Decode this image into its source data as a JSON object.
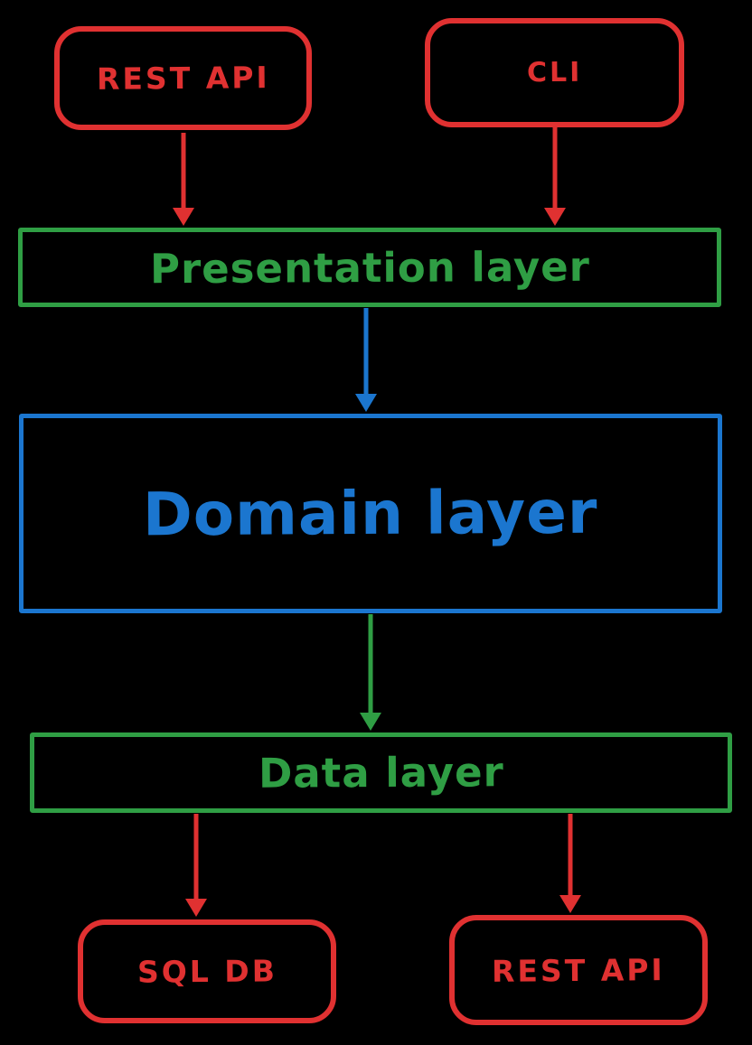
{
  "diagram": {
    "type": "layered-architecture",
    "background_color": "#000000"
  },
  "colors": {
    "red": "#e03131",
    "green": "#2f9e44",
    "blue": "#1b76cf"
  },
  "nodes": {
    "rest_api_top": {
      "label": "REST API",
      "color": "#e03131",
      "shape": "rounded-rectangle"
    },
    "cli": {
      "label": "CLI",
      "color": "#e03131",
      "shape": "rounded-rectangle"
    },
    "presentation": {
      "label": "Presentation layer",
      "color": "#2f9e44",
      "shape": "rectangle"
    },
    "domain": {
      "label": "Domain layer",
      "color": "#1b76cf",
      "shape": "rectangle"
    },
    "data": {
      "label": "Data layer",
      "color": "#2f9e44",
      "shape": "rectangle"
    },
    "sql_db": {
      "label": "SQL DB",
      "color": "#e03131",
      "shape": "rounded-rectangle"
    },
    "rest_api_bottom": {
      "label": "REST API",
      "color": "#e03131",
      "shape": "rounded-rectangle"
    }
  },
  "edges": [
    {
      "from": "rest_api_top",
      "to": "presentation",
      "color": "#e03131",
      "direction": "down"
    },
    {
      "from": "cli",
      "to": "presentation",
      "color": "#e03131",
      "direction": "down"
    },
    {
      "from": "presentation",
      "to": "domain",
      "color": "#1b76cf",
      "direction": "down"
    },
    {
      "from": "domain",
      "to": "data",
      "color": "#2f9e44",
      "direction": "down"
    },
    {
      "from": "data",
      "to": "sql_db",
      "color": "#e03131",
      "direction": "down"
    },
    {
      "from": "data",
      "to": "rest_api_bottom",
      "color": "#e03131",
      "direction": "down"
    }
  ]
}
